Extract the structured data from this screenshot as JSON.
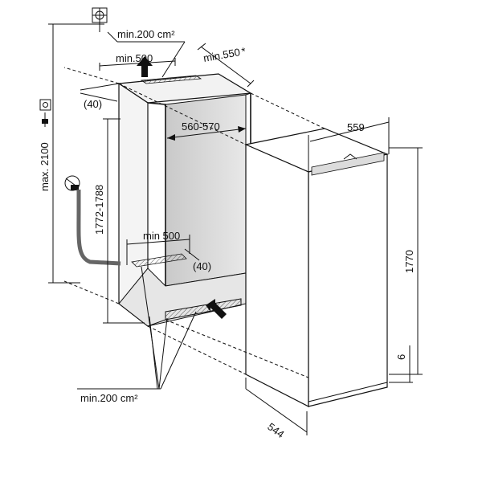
{
  "labels": {
    "vent_top_area": "min.200 cm²",
    "vent_top_width": "min.500",
    "niche_depth": "min.550",
    "niche_depth_note": "*",
    "left_offset": "(40)",
    "niche_width": "560-570",
    "max_height": "max. 2100",
    "niche_height": "1772-1788",
    "vent_bottom_width": "min 500",
    "vent_bottom_offset": "(40)",
    "appliance_width": "559",
    "appliance_height": "1770",
    "foot_height": "6",
    "appliance_depth": "544",
    "vent_bottom_area": "min.200 cm²"
  },
  "icons": {
    "wall_connection": "wall-connection-icon",
    "power_socket": "power-socket-icon",
    "power_plug": "power-plug-icon",
    "water_tap": "water-tap-icon",
    "air_arrow_up": "arrow-up-icon",
    "air_arrow_in": "arrow-in-icon"
  }
}
